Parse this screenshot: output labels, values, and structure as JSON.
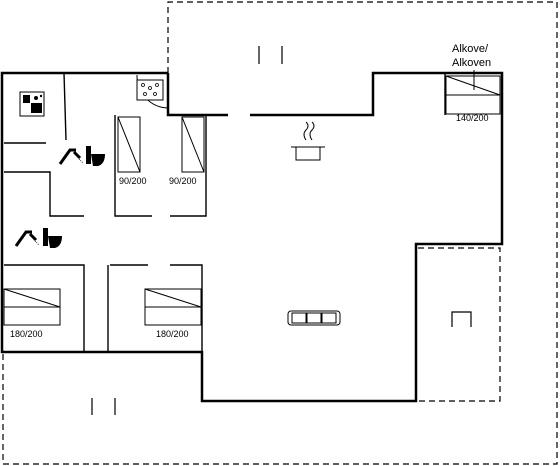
{
  "labels": {
    "alcove_line1": "Alkove/",
    "alcove_line2": "Alkoven",
    "alcove_bed": "140/200",
    "bed_single_a": "90/200",
    "bed_single_b": "90/200",
    "bed_double_left": "180/200",
    "bed_double_mid": "180/200"
  },
  "icons": [
    "washing-machine-icon",
    "hot-tub-icon",
    "shower-icon",
    "toilet-icon",
    "cooking-pot-icon",
    "sofa-icon"
  ],
  "colors": {
    "wall": "#000000",
    "background": "#ffffff"
  }
}
